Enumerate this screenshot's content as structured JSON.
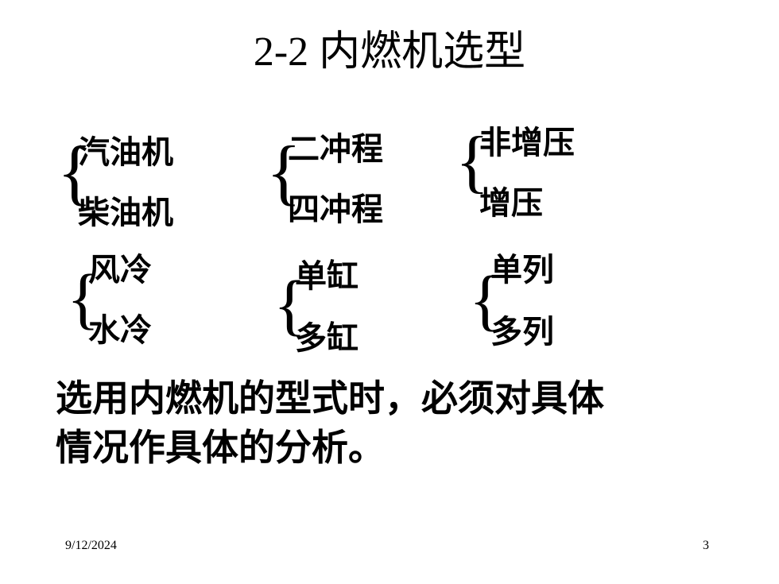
{
  "slide": {
    "title": "2-2 内燃机选型",
    "groups": [
      {
        "items": [
          "汽油机",
          "柴油机"
        ]
      },
      {
        "items": [
          "二冲程",
          "四冲程"
        ]
      },
      {
        "items": [
          "非增压",
          "增压"
        ]
      },
      {
        "items": [
          "风冷",
          "水冷"
        ]
      },
      {
        "items": [
          "单缸",
          "多缸"
        ]
      },
      {
        "items": [
          "单列",
          "多列"
        ]
      }
    ],
    "summary": [
      "选用内燃机的型式时，必须对具体",
      "情况作具体的分析。"
    ],
    "footer": {
      "date": "9/12/2024",
      "page_number": "3"
    }
  }
}
